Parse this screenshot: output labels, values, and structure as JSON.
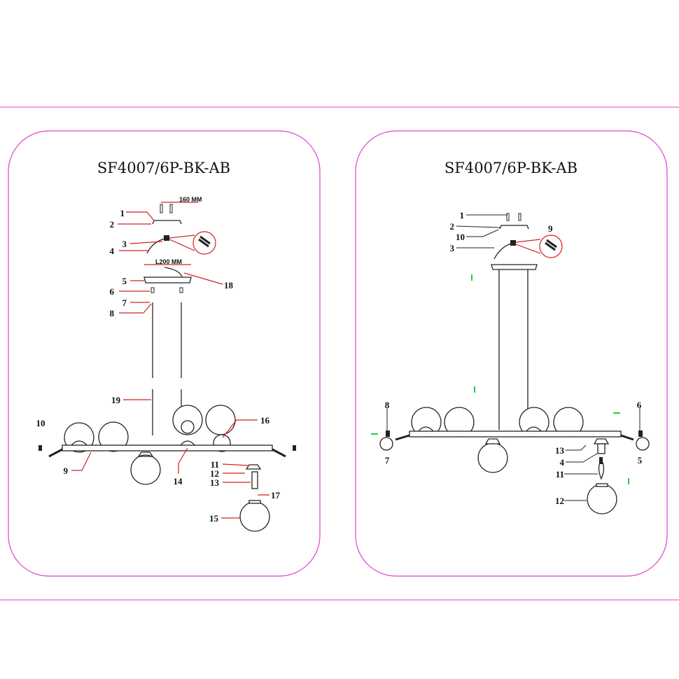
{
  "panels": [
    {
      "title": "SF4007/6P-BK-AB",
      "dimensions": [
        "160 MM",
        "L200 MM"
      ],
      "labels": [
        "1",
        "2",
        "3",
        "4",
        "5",
        "6",
        "7",
        "8",
        "18",
        "19",
        "10",
        "16",
        "9",
        "14",
        "11",
        "12",
        "13",
        "17",
        "15"
      ]
    },
    {
      "title": "SF4007/6P-BK-AB",
      "labels": [
        "1",
        "2",
        "10",
        "3",
        "9",
        "8",
        "6",
        "7",
        "5",
        "13",
        "4",
        "11",
        "12"
      ]
    }
  ],
  "colors": {
    "border": "#e040d0",
    "leader_left": "#d42020",
    "leader_right": "#222222",
    "arrows": "#22cc44"
  }
}
